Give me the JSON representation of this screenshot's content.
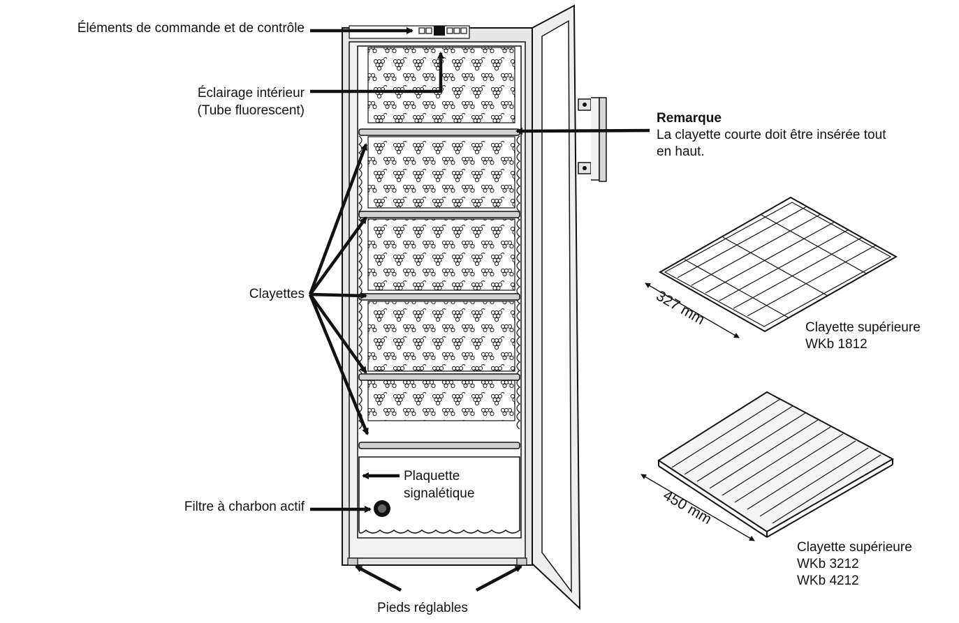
{
  "labels": {
    "controls": "Éléments de commande et de contrôle",
    "lighting_line1": "Éclairage intérieur",
    "lighting_line2": "(Tube fluorescent)",
    "shelves": "Clayettes",
    "rating_plate_line1": "Plaquette",
    "rating_plate_line2": "signalétique",
    "charcoal_filter": "Filtre à charbon actif",
    "feet": "Pieds réglables"
  },
  "note": {
    "title": "Remarque",
    "line1": "La clayette courte doit être insérée tout",
    "line2": "en haut."
  },
  "shelf_small": {
    "dimension": "327 mm",
    "name": "Clayette supérieure",
    "model1": "WKb 1812"
  },
  "shelf_large": {
    "dimension": "450 mm",
    "name": "Clayette supérieure",
    "model1": "WKb 3212",
    "model2": "WKb 4212"
  },
  "colors": {
    "line": "#111111",
    "cabinet_fill": "#e6e6e6",
    "interior_fill": "#ffffff",
    "shelf_fill": "#d2d2d2",
    "display_fill": "#111111"
  }
}
